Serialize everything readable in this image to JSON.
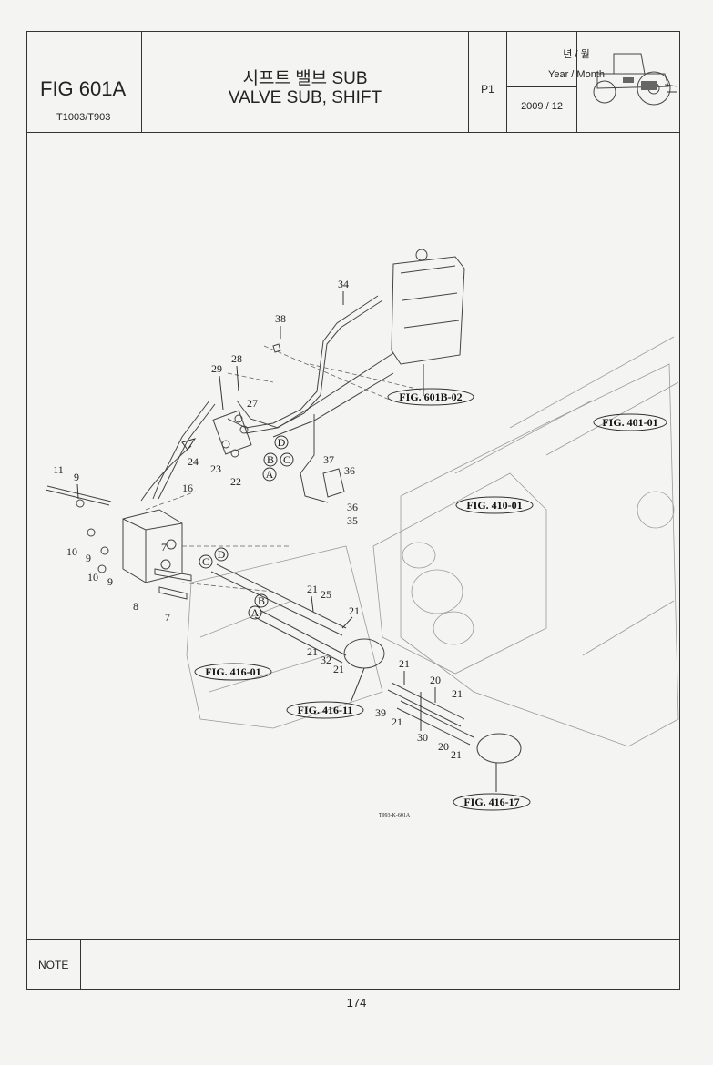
{
  "header": {
    "fig_code": "FIG 601A",
    "model": "T1003/T903",
    "title_ko": "시프트 밸브 SUB",
    "title_en": "VALVE SUB, SHIFT",
    "page_tag": "P1",
    "year_month_ko": "년 / 월",
    "year_month_en": "Year / Month",
    "year_month_value": "2009 / 12"
  },
  "diagram": {
    "part_numbers": [
      "34",
      "38",
      "28",
      "29",
      "27",
      "24",
      "23",
      "22",
      "37",
      "36",
      "36",
      "35",
      "11",
      "9",
      "16",
      "10",
      "9",
      "10",
      "9",
      "7",
      "8",
      "7",
      "21",
      "25",
      "21",
      "21",
      "32",
      "21",
      "21",
      "20",
      "21",
      "39",
      "21",
      "30",
      "20",
      "21"
    ],
    "circle_letters": [
      "D",
      "B",
      "A",
      "C",
      "D",
      "C",
      "B",
      "A"
    ],
    "refs": [
      "FIG. 601B-02",
      "FIG. 401-01",
      "FIG. 410-01",
      "FIG. 416-01",
      "FIG. 416-11",
      "FIG. 416-17"
    ],
    "code": "T993-K-601A",
    "icon": "tractor-icon"
  },
  "footer": {
    "note_label": "NOTE",
    "page_number": "174"
  }
}
